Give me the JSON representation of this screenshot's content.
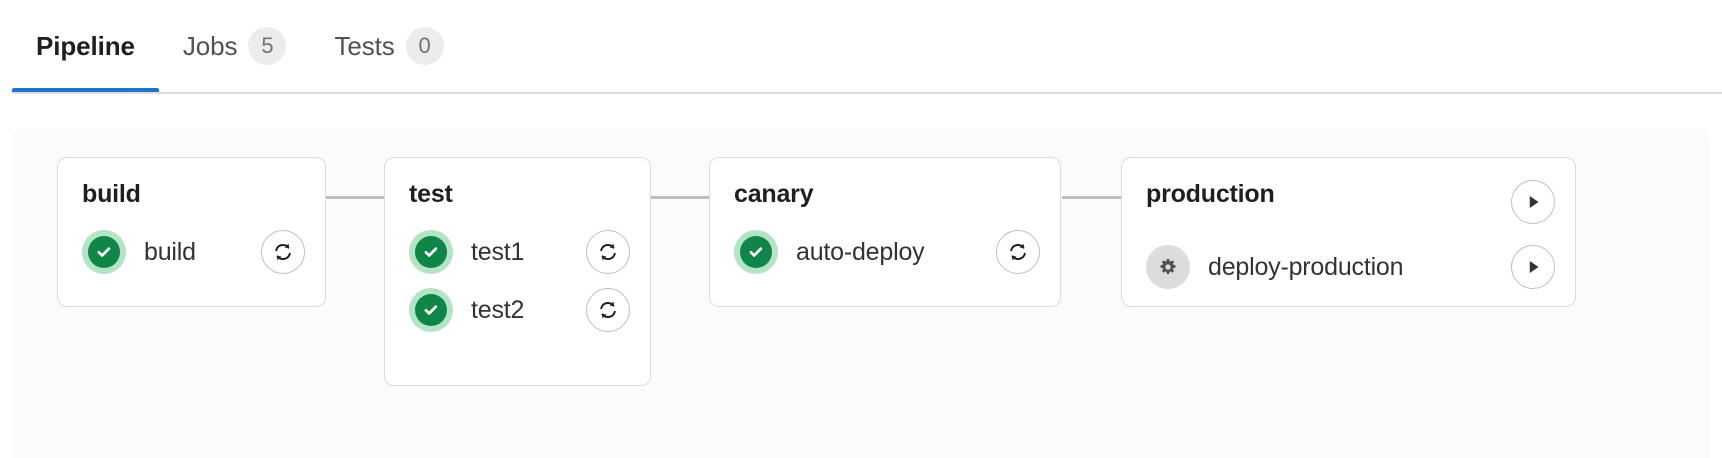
{
  "tabs": [
    {
      "label": "Pipeline",
      "badge": null,
      "active": true,
      "name": "tab-pipeline"
    },
    {
      "label": "Jobs",
      "badge": "5",
      "active": false,
      "name": "tab-jobs"
    },
    {
      "label": "Tests",
      "badge": "0",
      "active": false,
      "name": "tab-tests"
    }
  ],
  "colors": {
    "active_tab_underline": "#1f75cb",
    "success_green": "#108548",
    "success_halo": "#b3e5c4",
    "manual_gray": "#dcdcde",
    "connector": "#bfbfc3",
    "panel_bg": "#fbfafd",
    "card_border": "#dcdcde"
  },
  "pipeline": {
    "stages": [
      {
        "name": "build",
        "title": "build",
        "header_action": null,
        "jobs": [
          {
            "name": "build",
            "status": "success",
            "status_icon": "check-circle-icon",
            "action": "retry-icon"
          }
        ]
      },
      {
        "name": "test",
        "title": "test",
        "header_action": null,
        "jobs": [
          {
            "name": "test1",
            "status": "success",
            "status_icon": "check-circle-icon",
            "action": "retry-icon"
          },
          {
            "name": "test2",
            "status": "success",
            "status_icon": "check-circle-icon",
            "action": "retry-icon"
          }
        ]
      },
      {
        "name": "canary",
        "title": "canary",
        "header_action": null,
        "jobs": [
          {
            "name": "auto-deploy",
            "status": "success",
            "status_icon": "check-circle-icon",
            "action": "retry-icon"
          }
        ]
      },
      {
        "name": "production",
        "title": "production",
        "header_action": "play-icon",
        "jobs": [
          {
            "name": "deploy-production",
            "status": "manual",
            "status_icon": "gear-icon",
            "action": "play-icon"
          }
        ]
      }
    ]
  }
}
